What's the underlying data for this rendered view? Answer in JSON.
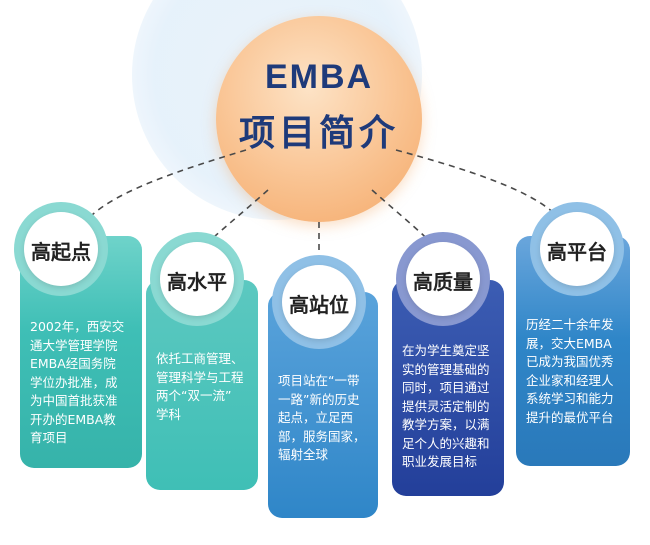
{
  "center": {
    "title": "EMBA",
    "subtitle": "项目简介"
  },
  "colors": {
    "teal": "#3fbfb6",
    "teal_light": "#7fd7cf",
    "blue": "#2f86c8",
    "blue_light": "#7bb6e0",
    "navy": "#233f9a",
    "navy_light": "#6f86c8",
    "core": "#f7b77a",
    "title": "#1e3a7a"
  },
  "nodes": [
    {
      "label": "高起点",
      "text": [
        "2002年，西安交",
        "通大学管理学院",
        "EMBA经国务院",
        "学位办批准，成",
        "为中国首批获准",
        "开办的EMBA教",
        "育项目"
      ]
    },
    {
      "label": "高水平",
      "text": [
        "依托工商管理、",
        "管理科学与工程",
        "两个“双一流”",
        "学科"
      ]
    },
    {
      "label": "高站位",
      "text": [
        "项目站在“一带",
        "一路”新的历史",
        "起点，立足西",
        "部，服务国家，",
        "辐射全球"
      ]
    },
    {
      "label": "高质量",
      "text": [
        "在为学生奠定坚",
        "实的管理基础的",
        "同时，项目通过",
        "提供灵活定制的",
        "教学方案，以满",
        "足个人的兴趣和",
        "职业发展目标"
      ]
    },
    {
      "label": "高平台",
      "text": [
        "历经二十余年发",
        "展，交大EMBA",
        "已成为我国优秀",
        "企业家和经理人",
        "系统学习和能力",
        "提升的最优平台"
      ]
    }
  ]
}
